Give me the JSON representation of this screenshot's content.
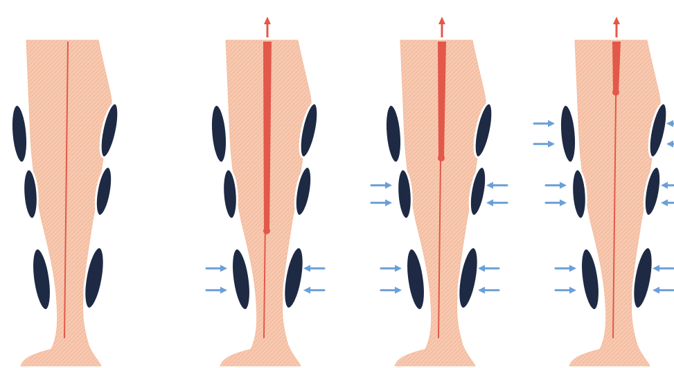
{
  "colors": {
    "skin": "#f7c9b0",
    "skin_stripe": "#f2b89c",
    "vein": "#e2584a",
    "cuff": "#1e2a44",
    "arrow": "#6a9fd8",
    "background": "#ffffff"
  },
  "panels": [
    {
      "name": "leg-panel-1",
      "stage": 1,
      "upward_flow_arrow": false,
      "compressed_cuffs": []
    },
    {
      "name": "leg-panel-2",
      "stage": 2,
      "upward_flow_arrow": true,
      "compressed_cuffs": [
        "lower"
      ]
    },
    {
      "name": "leg-panel-3",
      "stage": 3,
      "upward_flow_arrow": true,
      "compressed_cuffs": [
        "lower",
        "middle"
      ]
    },
    {
      "name": "leg-panel-4",
      "stage": 4,
      "upward_flow_arrow": true,
      "compressed_cuffs": [
        "lower",
        "middle",
        "upper"
      ]
    }
  ],
  "icons": {
    "compression_arrow": "arrow-right-icon",
    "flow_arrow": "arrow-up-icon"
  }
}
